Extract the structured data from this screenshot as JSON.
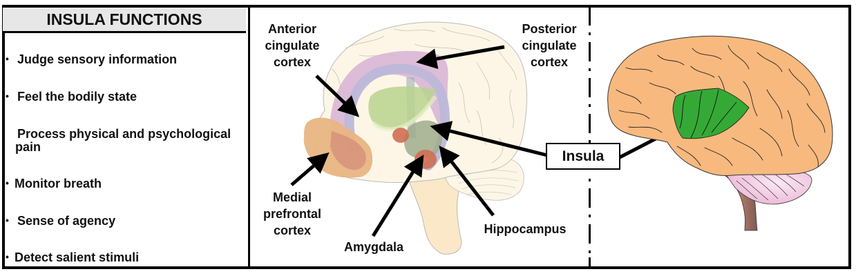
{
  "functions_panel": {
    "title": "INSULA FUNCTIONS",
    "items": [
      {
        "bullet": "•",
        "text": "Judge sensory information"
      },
      {
        "bullet": "•",
        "text": "Feel the bodily state"
      },
      {
        "bullet": "•",
        "text": "Process physical and psychological pain"
      },
      {
        "bullet": "•",
        "text": "Monitor breath"
      },
      {
        "bullet": "•",
        "text": "Sense of agency"
      },
      {
        "bullet": "•",
        "text": "Detect salient stimuli"
      }
    ]
  },
  "midline_brain": {
    "labels": {
      "anterior_cingulate": [
        "Anterior",
        "cingulate",
        "cortex"
      ],
      "posterior_cingulate": [
        "Posterior",
        "cingulate",
        "cortex"
      ],
      "medial_prefrontal": [
        "Medial",
        "prefrontal",
        "cortex"
      ],
      "amygdala": "Amygdala",
      "hippocampus": "Hippocampus"
    },
    "colors": {
      "cerebrum": "#fdf6e6",
      "cingulate": "#d9b6d5",
      "corpus_callosum": "#bcb8d8",
      "thalamus": "#b9d38e",
      "prefrontal": "#e8b583",
      "amygdala": "#cf6e52",
      "hippocampus": "#9fac8c"
    }
  },
  "insula_label": "Insula",
  "lateral_brain": {
    "colors": {
      "cortex": "#f8b97e",
      "insula": "#35a936",
      "cerebellum": "#f2c4e1",
      "brainstem": "#a87e6c"
    }
  }
}
